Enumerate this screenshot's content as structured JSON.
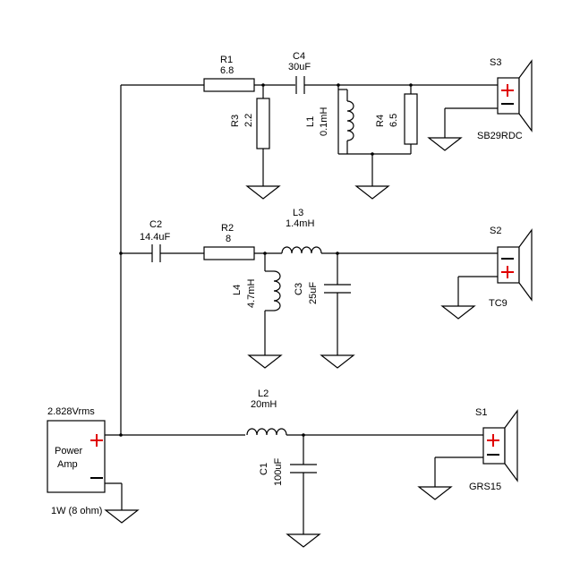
{
  "amplifier": {
    "voltage": "2.828Vrms",
    "name_line1": "Power",
    "name_line2": "Amp",
    "power_note": "1W (8 ohm)"
  },
  "components": {
    "R1": {
      "ref": "R1",
      "value": "6.8"
    },
    "C4": {
      "ref": "C4",
      "value": "30uF"
    },
    "R3": {
      "ref": "R3",
      "value": "2.2"
    },
    "L1": {
      "ref": "L1",
      "value": "0.1mH"
    },
    "R4": {
      "ref": "R4",
      "value": "6.5"
    },
    "C2": {
      "ref": "C2",
      "value": "14.4uF"
    },
    "R2": {
      "ref": "R2",
      "value": "8"
    },
    "L3": {
      "ref": "L3",
      "value": "1.4mH"
    },
    "L4": {
      "ref": "L4",
      "value": "4.7mH"
    },
    "C3": {
      "ref": "C3",
      "value": "25uF"
    },
    "L2": {
      "ref": "L2",
      "value": "20mH"
    },
    "C1": {
      "ref": "C1",
      "value": "100uF"
    }
  },
  "speakers": {
    "S3": {
      "ref": "S3",
      "model": "SB29RDC"
    },
    "S2": {
      "ref": "S2",
      "model": "TC9"
    },
    "S1": {
      "ref": "S1",
      "model": "GRS15"
    }
  },
  "colors": {
    "wire": "#000000",
    "polarity_plus": "#e00000"
  }
}
